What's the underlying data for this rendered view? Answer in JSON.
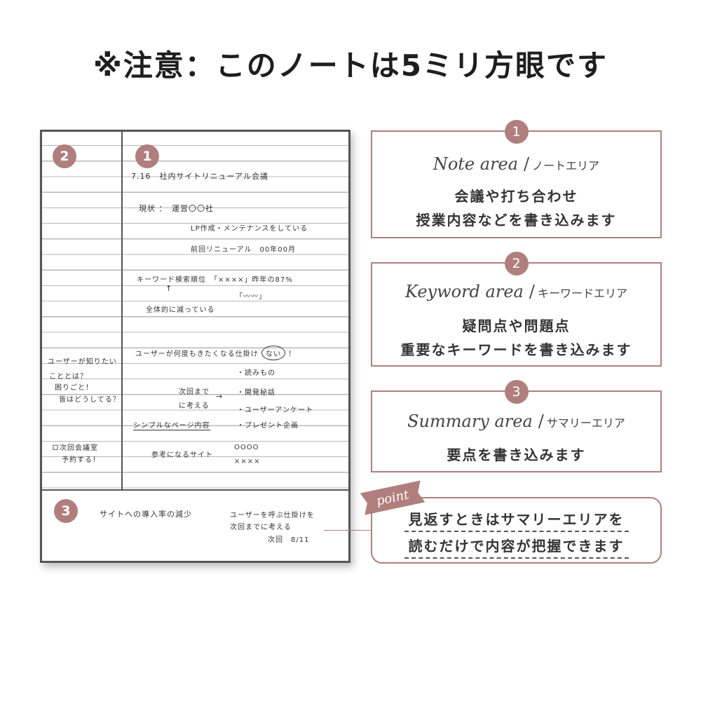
{
  "headline": "※注意：このノートは5ミリ方眼です",
  "notebook": {
    "badges": {
      "note": "1",
      "keyword": "2",
      "summary": "3"
    },
    "note_lines": [
      "7.16　社内サイトリニューアル会議",
      "現状 ：　運営〇〇社",
      "LP作成・メンテナンスをしている",
      "前回リニューアル　00年00月",
      "キーワード検索順位　「××××」昨年の87%",
      "「〰〰」",
      "↑",
      "全体的に減っている",
      "ユーザーが何度もきたくなる仕掛け",
      "ない",
      "！",
      "・読みもの",
      "・開発秘話",
      "・ユーザーアンケート",
      "・プレゼント企画",
      "次回までに考える",
      "→",
      "シンプルなページ内容",
      "参考になるサイト",
      "OOOO",
      "××××"
    ],
    "keyword_lines": [
      "ユーザーが知りたい",
      "こととは？",
      "困りごと！",
      "皆はどうしてる？",
      "ロ次回会議室",
      "予約する！"
    ],
    "summary_lines": [
      "サイトへの導入率の減少",
      "ユーザーを呼ぶ仕掛けを",
      "次回までに考える",
      "次回　8/11"
    ]
  },
  "areas": [
    {
      "number": "1",
      "title_en": "Note area",
      "title_jp": "ノートエリア",
      "desc": [
        "会議や打ち合わせ",
        "授業内容などを書き込みます"
      ]
    },
    {
      "number": "2",
      "title_en": "Keyword area",
      "title_jp": "キーワードエリア",
      "desc": [
        "疑問点や問題点",
        "重要なキーワードを書き込みます"
      ]
    },
    {
      "number": "3",
      "title_en": "Summary area",
      "title_jp": "サマリーエリア",
      "desc": [
        "要点を書き込みます"
      ]
    }
  ],
  "point": {
    "tag": "point",
    "lines": [
      "見返すときはサマリーエリアを",
      "読むだけで内容が把握できます"
    ]
  },
  "colors": {
    "accent": "#b07f7d",
    "frame": "#555555",
    "text": "#333333"
  }
}
